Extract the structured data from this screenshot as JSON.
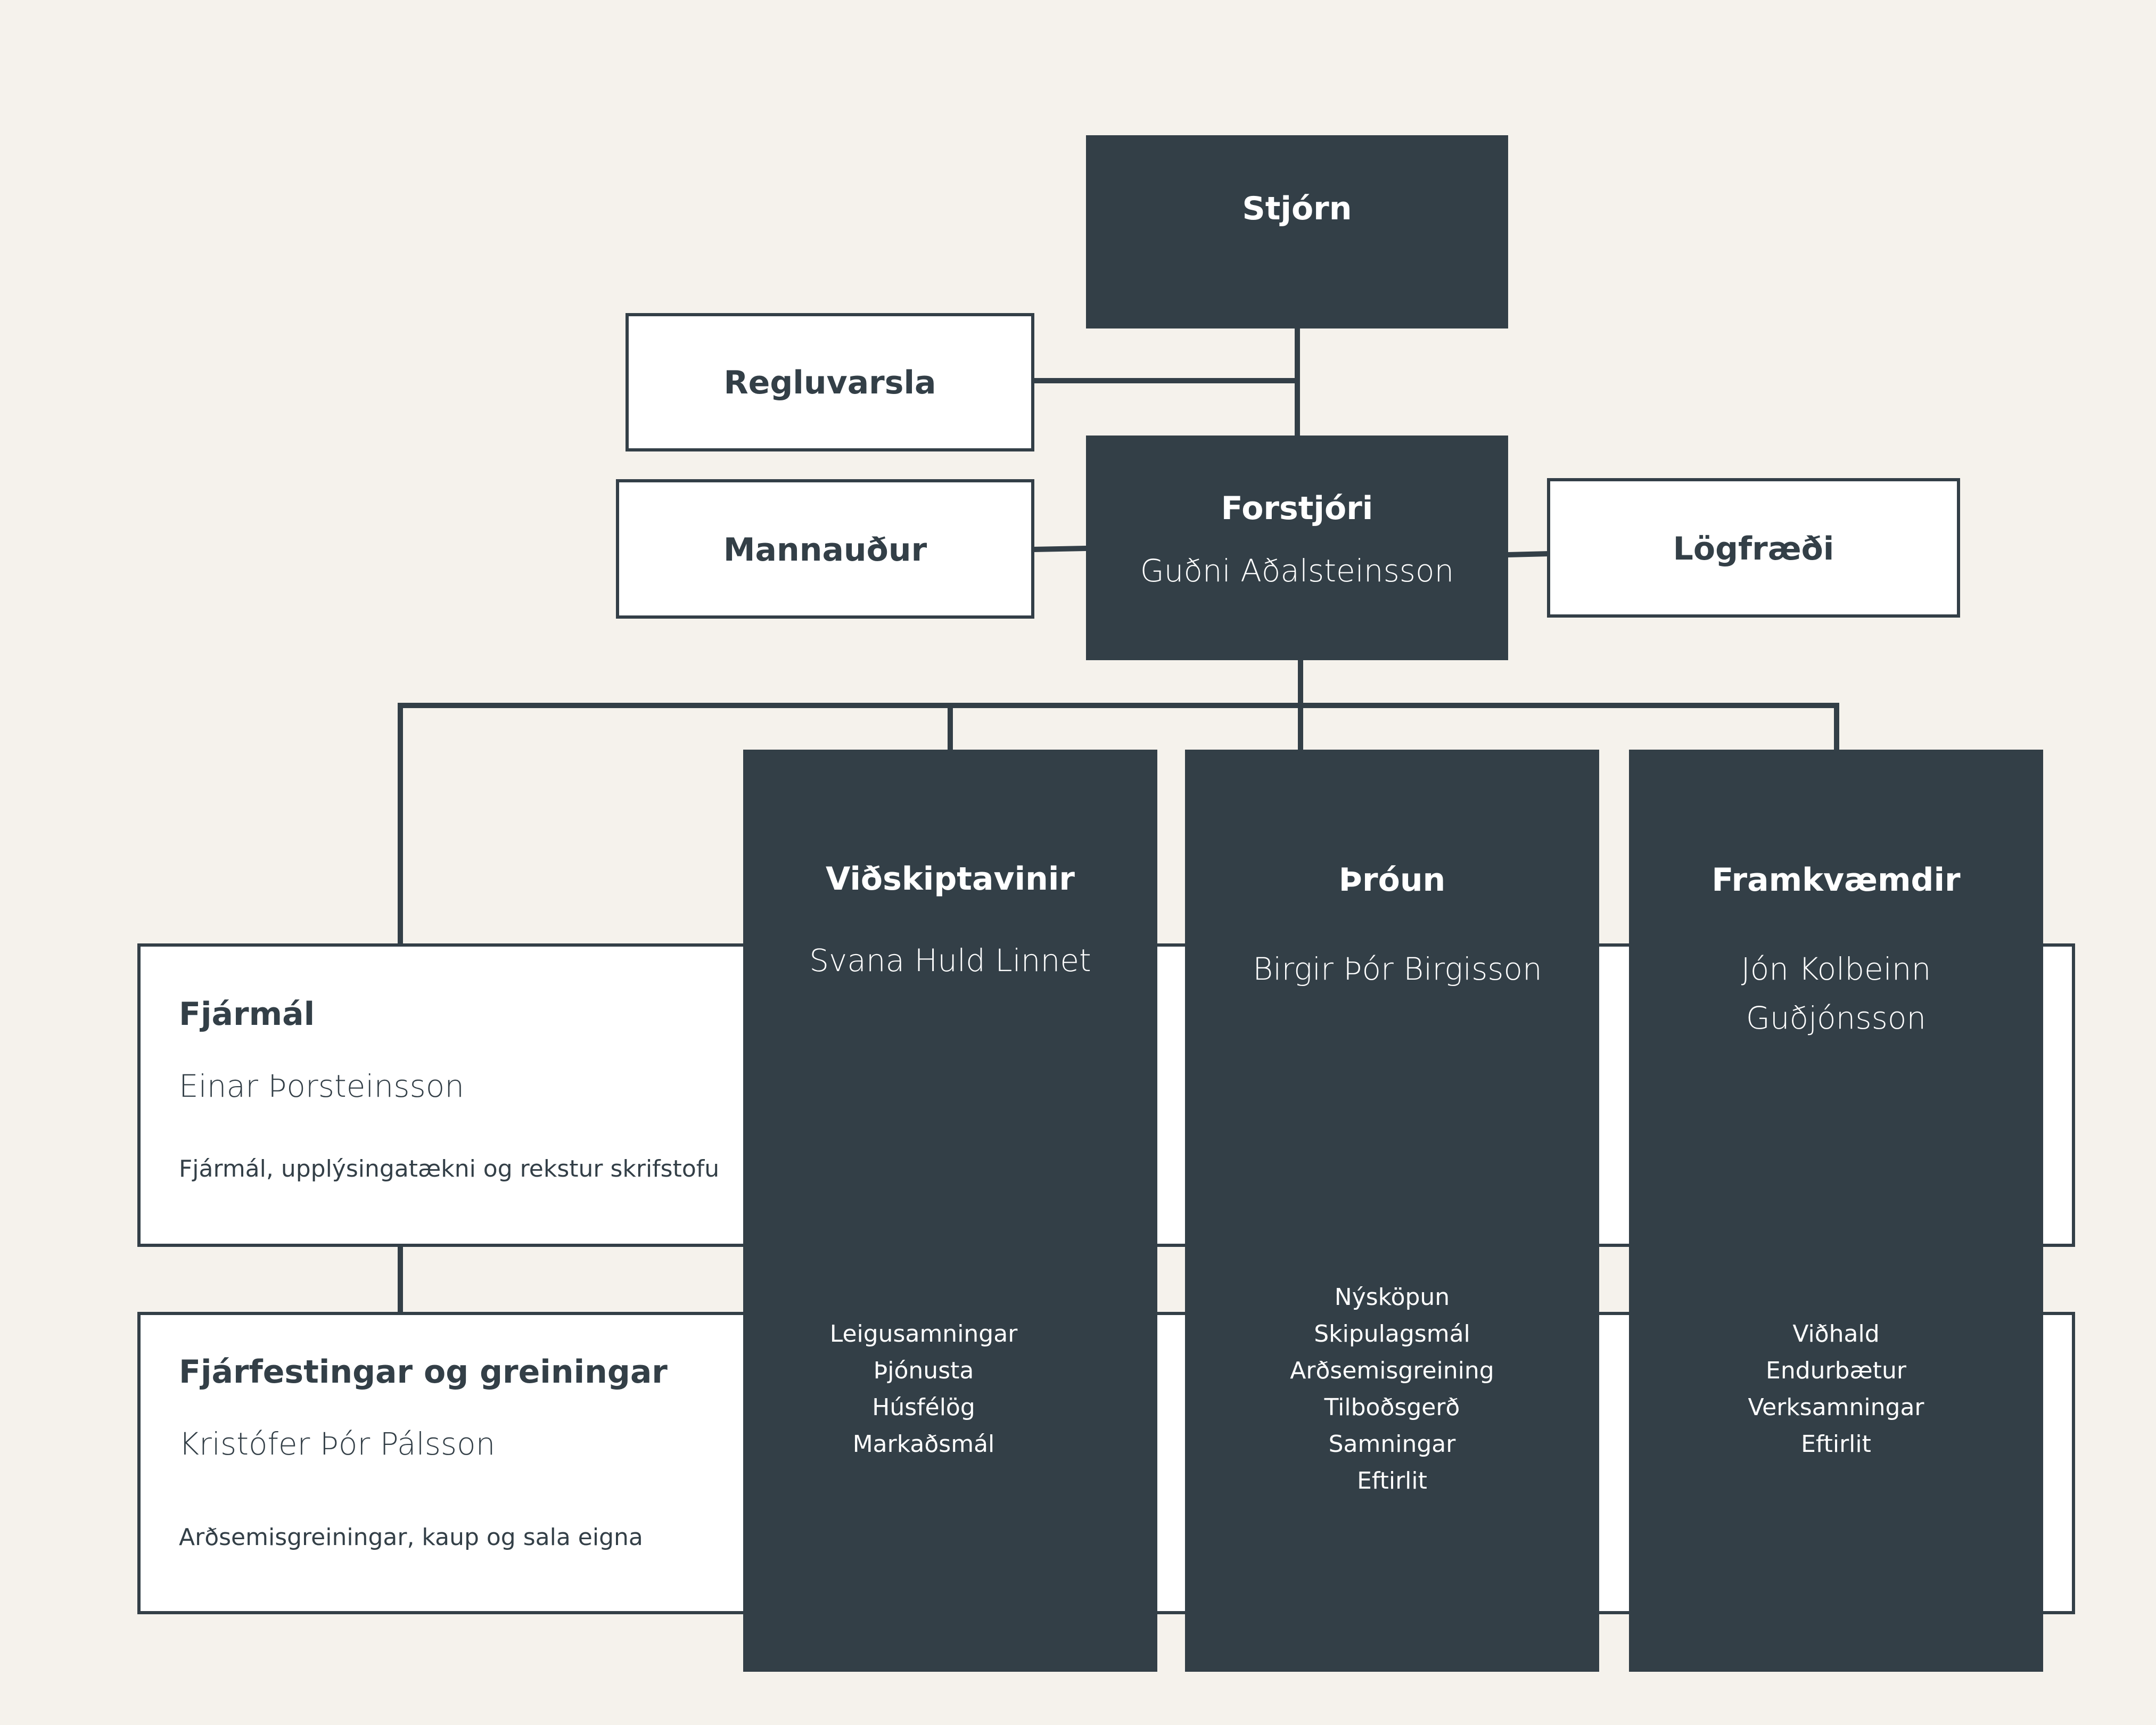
{
  "nodes": {
    "stjorn": {
      "title": "Stjórn"
    },
    "regluvarsla": {
      "title": "Regluvarsla"
    },
    "mannaudur": {
      "title": "Mannauður"
    },
    "logfraedi": {
      "title": "Lögfræði"
    },
    "forstjori": {
      "title": "Forstjóri",
      "name": "Guðni Aðalsteinsson"
    },
    "fjarmal": {
      "title": "Fjármál",
      "name": "Einar Þorsteinsson",
      "description": "Fjármál, upplýsingatækni og rekstur skrifstofu"
    },
    "fjarfestingar": {
      "title": "Fjárfestingar og greiningar",
      "name": "Kristófer Þór Pálsson",
      "description": "Arðsemisgreiningar, kaup og sala eigna"
    },
    "vidskiptavinir": {
      "title": "Viðskiptavinir",
      "name": "Svana Huld Linnet",
      "items": [
        "Leigusamningar",
        "Þjónusta",
        "Húsfélög",
        "Markaðsmál"
      ]
    },
    "throun": {
      "title": "Þróun",
      "name": "Birgir Þór Birgisson",
      "items": [
        "Nýsköpun",
        "Skipulagsmál",
        "Arðsemisgreining",
        "Tilboðsgerð",
        "Samningar",
        "Eftirlit"
      ]
    },
    "framkvaemdir": {
      "title": "Framkvæmdir",
      "name_line1": "Jón Kolbeinn",
      "name_line2": "Guðjónsson",
      "items": [
        "Viðhald",
        "Endurbætur",
        "Verksamningar",
        "Eftirlit"
      ]
    }
  },
  "colors": {
    "background": "#f5f2ec",
    "dark": "#333f47",
    "light": "#ffffff",
    "line": "#333f47"
  }
}
